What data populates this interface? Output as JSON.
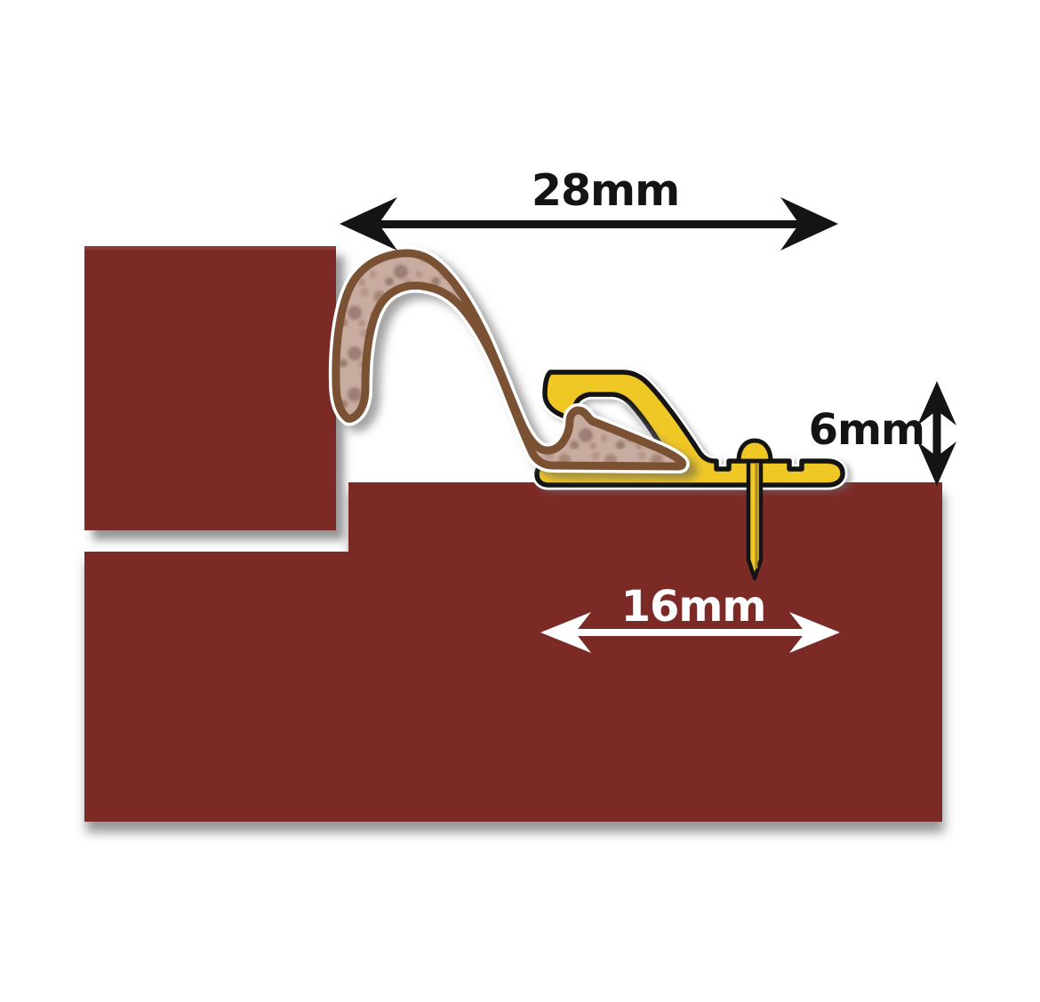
{
  "diagram": {
    "measurements": {
      "top_width": "28mm",
      "profile_height": "6mm",
      "base_width": "16mm"
    },
    "colors": {
      "background": "#ffffff",
      "masonry": "#7c2a27",
      "profile_yellow": "#f0c826",
      "profile_outline": "#141414",
      "seal_fill": "#c9aca0",
      "seal_outline": "#7a5233",
      "dimension_dark": "#141414",
      "dimension_light": "#ffffff"
    }
  }
}
